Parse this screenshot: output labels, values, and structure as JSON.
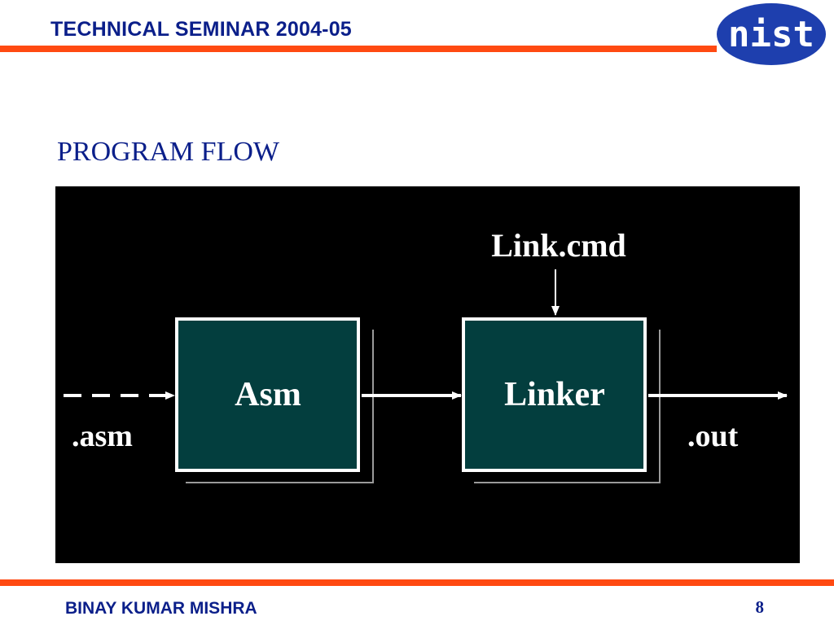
{
  "header": {
    "title": "TECHNICAL SEMINAR 2004-05"
  },
  "logo": {
    "text": "nist",
    "bg_color": "#1e3fae"
  },
  "slide": {
    "title": "PROGRAM FLOW"
  },
  "diagram": {
    "input_label": ".asm",
    "asm_label": "Asm",
    "linker_label": "Linker",
    "cmd_label": "Link.cmd",
    "output_label": ".out",
    "box_color": "#033e3e"
  },
  "footer": {
    "author": "BINAY KUMAR MISHRA",
    "page_number": "8"
  },
  "colors": {
    "accent_bar": "#ff4a12",
    "text_blue": "#0b1f8a"
  }
}
